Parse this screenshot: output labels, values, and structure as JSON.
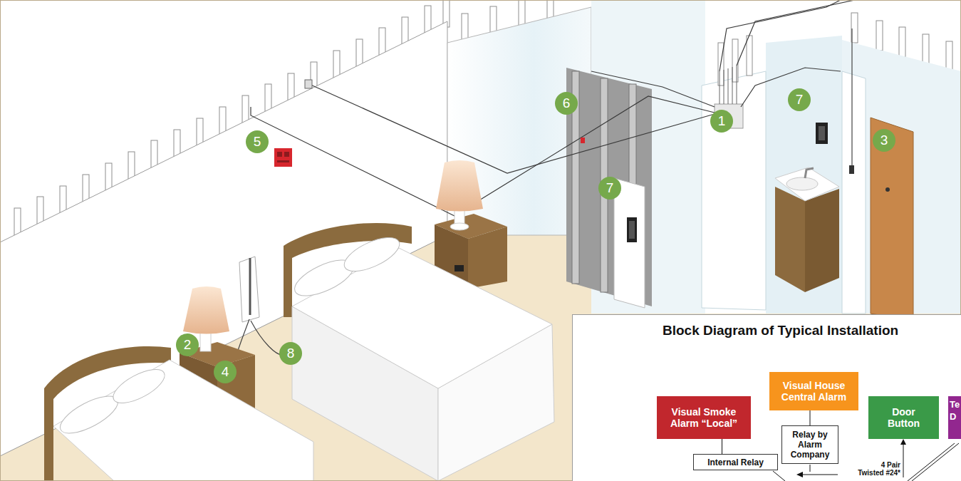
{
  "diagram": {
    "nodes": [
      {
        "text": [
          "Block Diagram of Typical Installation"
        ]
      },
      {
        "text": [
          "Visual House Central Alarm"
        ],
        "in": 0
      },
      {
        "text": [
          "Visual Smoke Alarm “Local”"
        ],
        "in": 0
      },
      {
        "text": [
          "Door Button"
        ],
        "in": 0
      },
      {
        "text": [
          "Te D"
        ],
        "in": 0
      },
      {
        "text": [
          "Relay by Alarm Company"
        ],
        "in": 0
      },
      {
        "text": [
          "Internal Relay"
        ],
        "in": 0
      }
    ],
    "edges": [
      {
        "from": 1,
        "to": 5,
        "arrow": "none"
      },
      {
        "from": 2,
        "to": 6,
        "arrow": "none"
      }
    ],
    "labels": [
      "1",
      "2",
      "3",
      "4",
      "5",
      "6",
      "7",
      "7",
      "8",
      "4 Pair Twisted #24*"
    ]
  }
}
